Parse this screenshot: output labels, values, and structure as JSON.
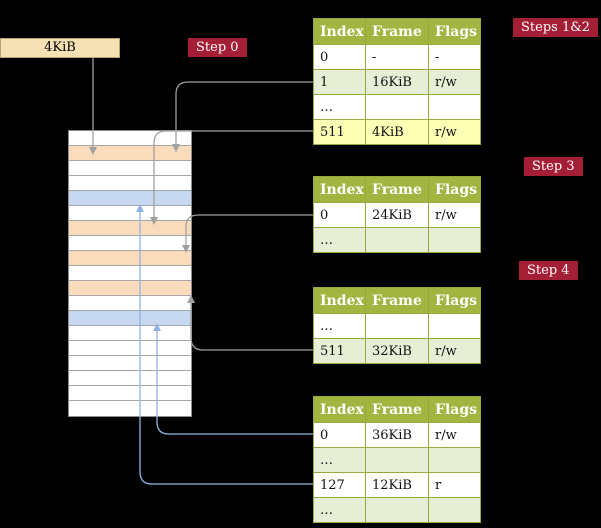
{
  "legend_box": {
    "label": "4KiB"
  },
  "step_labels": [
    {
      "text": "Step 0"
    },
    {
      "text": "Steps 1&2"
    },
    {
      "text": "Step 3"
    },
    {
      "text": "Step 4"
    }
  ],
  "memory": {
    "rows": [
      "white",
      "wheat",
      "white",
      "white",
      "blue",
      "white",
      "wheat",
      "white",
      "wheat",
      "white",
      "wheat",
      "white",
      "blue",
      "white",
      "white",
      "white",
      "white",
      "white",
      "white"
    ]
  },
  "tables": [
    {
      "title": "page-table-steps-1-2",
      "headers": [
        "Index",
        "Frame",
        "Flags"
      ],
      "rows": [
        {
          "cells": [
            "0",
            "-",
            "-"
          ],
          "variant": "white"
        },
        {
          "cells": [
            "1",
            "16KiB",
            "r/w"
          ],
          "variant": "green"
        },
        {
          "cells": [
            "…",
            "",
            ""
          ],
          "variant": "white"
        },
        {
          "cells": [
            "511",
            "4KiB",
            "r/w"
          ],
          "variant": "yellow"
        }
      ]
    },
    {
      "title": "page-table-step-3",
      "headers": [
        "Index",
        "Frame",
        "Flags"
      ],
      "rows": [
        {
          "cells": [
            "0",
            "24KiB",
            "r/w"
          ],
          "variant": "white"
        },
        {
          "cells": [
            "…",
            "",
            ""
          ],
          "variant": "green"
        }
      ]
    },
    {
      "title": "page-table-step-4",
      "headers": [
        "Index",
        "Frame",
        "Flags"
      ],
      "rows": [
        {
          "cells": [
            "…",
            "",
            ""
          ],
          "variant": "white"
        },
        {
          "cells": [
            "511",
            "32KiB",
            "r/w"
          ],
          "variant": "green"
        }
      ]
    },
    {
      "title": "page-table-final",
      "headers": [
        "Index",
        "Frame",
        "Flags"
      ],
      "rows": [
        {
          "cells": [
            "0",
            "36KiB",
            "r/w"
          ],
          "variant": "white"
        },
        {
          "cells": [
            "…",
            "",
            ""
          ],
          "variant": "green"
        },
        {
          "cells": [
            "127",
            "12KiB",
            "r"
          ],
          "variant": "white"
        },
        {
          "cells": [
            "…",
            "",
            ""
          ],
          "variant": "green"
        }
      ]
    }
  ],
  "colors": {
    "accent": "#a41e35",
    "table_header": "#a3b541",
    "table_border": "#97a93c",
    "row_green": "#e7eed6",
    "row_yellow": "#fdffb4",
    "cell_wheat": "#fadcbc",
    "cell_wheat_box": "#f6e1b5",
    "cell_blue": "#c6d9f1",
    "arrow_gray": "#a0a0a0",
    "arrow_blue": "#8eb4e3"
  }
}
